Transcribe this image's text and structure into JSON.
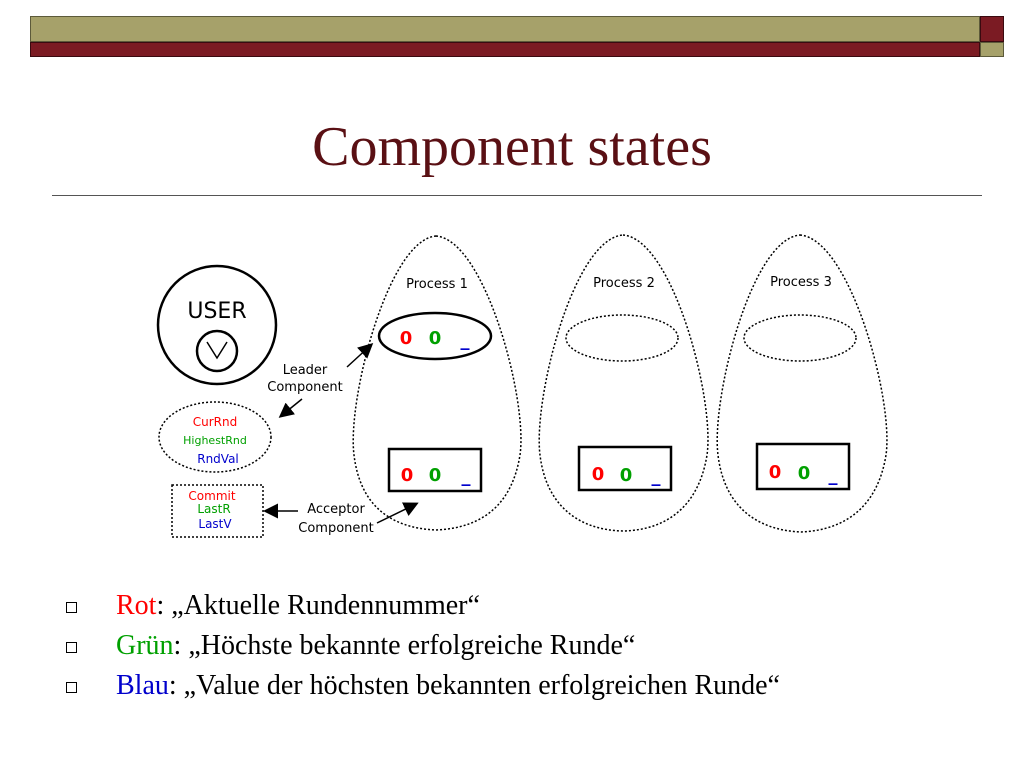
{
  "title": "Component states",
  "diagram": {
    "user_label": "USER",
    "processes": [
      {
        "label": "Process 1",
        "leader_values": [
          "0",
          "0",
          "_"
        ],
        "acceptor_values": [
          "0",
          "0",
          "_"
        ]
      },
      {
        "label": "Process 2",
        "leader_values": [],
        "acceptor_values": [
          "0",
          "0",
          "_"
        ]
      },
      {
        "label": "Process 3",
        "leader_values": [],
        "acceptor_values": [
          "0",
          "0",
          "_"
        ]
      }
    ],
    "leader_label": [
      "Leader",
      "Component"
    ],
    "acceptor_label": [
      "Acceptor",
      "Component"
    ],
    "leader_fields": [
      "CurRnd",
      "HighestRnd",
      "RndVal"
    ],
    "acceptor_fields": [
      "Commit",
      "LastR",
      "LastV"
    ],
    "colors": {
      "red": "#ff0000",
      "green": "#00a000",
      "blue": "#0000cc"
    }
  },
  "bullets": [
    {
      "key": "Rot",
      "rest": ": „Aktuelle Rundennummer“"
    },
    {
      "key": "Grün",
      "rest": ": „Höchste bekannte erfolgreiche Runde“"
    },
    {
      "key": "Blau",
      "rest": ": „Value der höchsten bekannten erfolgreichen Runde“"
    }
  ]
}
